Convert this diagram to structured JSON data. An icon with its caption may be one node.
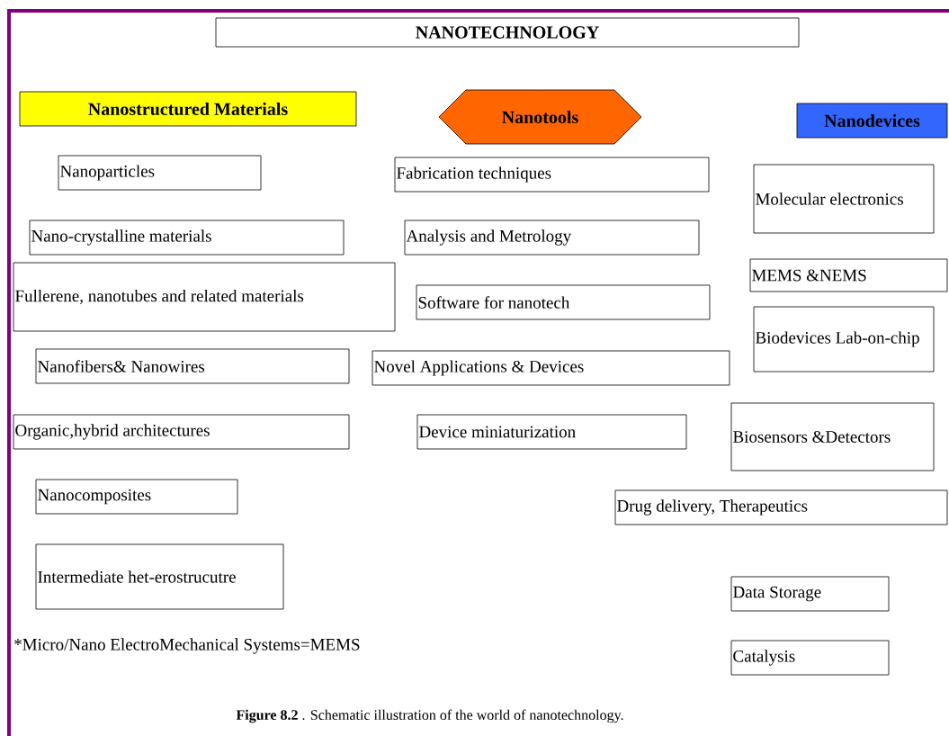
{
  "diagram": {
    "caption": "**Figure 8.2** . Schematic illustration of the world of nanotechnology.",
    "nodes": [
      {
        "text": [
          "NANOTECHNOLOGY"
        ]
      },
      {
        "text": [
          "Nanostructured Materials"
        ]
      },
      {
        "text": [
          "Nanotools"
        ]
      },
      {
        "text": [
          "Nanodevices"
        ]
      },
      {
        "text": [
          "Nanoparticles"
        ]
      },
      {
        "text": [
          "Nano-crystalline materials"
        ]
      },
      {
        "text": [
          "Fullerene, nanotubes and related materials"
        ]
      },
      {
        "text": [
          "Nanofibers& Nanowires"
        ]
      },
      {
        "text": [
          "Organic,hybrid architectures"
        ]
      },
      {
        "text": [
          "Nanocomposites"
        ]
      },
      {
        "text": [
          "Intermediate het-erostrucutre"
        ]
      },
      {
        "text": [
          "Fabrication techniques"
        ]
      },
      {
        "text": [
          "Analysis and Metrology"
        ]
      },
      {
        "text": [
          "Software for nanotech"
        ]
      },
      {
        "text": [
          "Novel Applications & Devices"
        ]
      },
      {
        "text": [
          "Device miniaturization"
        ]
      },
      {
        "text": [
          "Molecular electronics"
        ]
      },
      {
        "text": [
          "MEMS &NEMS"
        ]
      },
      {
        "text": [
          "Biodevices Lab-on-chip"
        ]
      },
      {
        "text": [
          "Biosensors &Detectors"
        ]
      },
      {
        "text": [
          "Drug delivery, Therapeutics"
        ]
      },
      {
        "text": [
          "Data Storage"
        ]
      },
      {
        "text": [
          "Catalysis"
        ]
      }
    ],
    "labels": [
      "*Micro/Nano ElectroMechanical Systems=MEMS"
    ]
  }
}
